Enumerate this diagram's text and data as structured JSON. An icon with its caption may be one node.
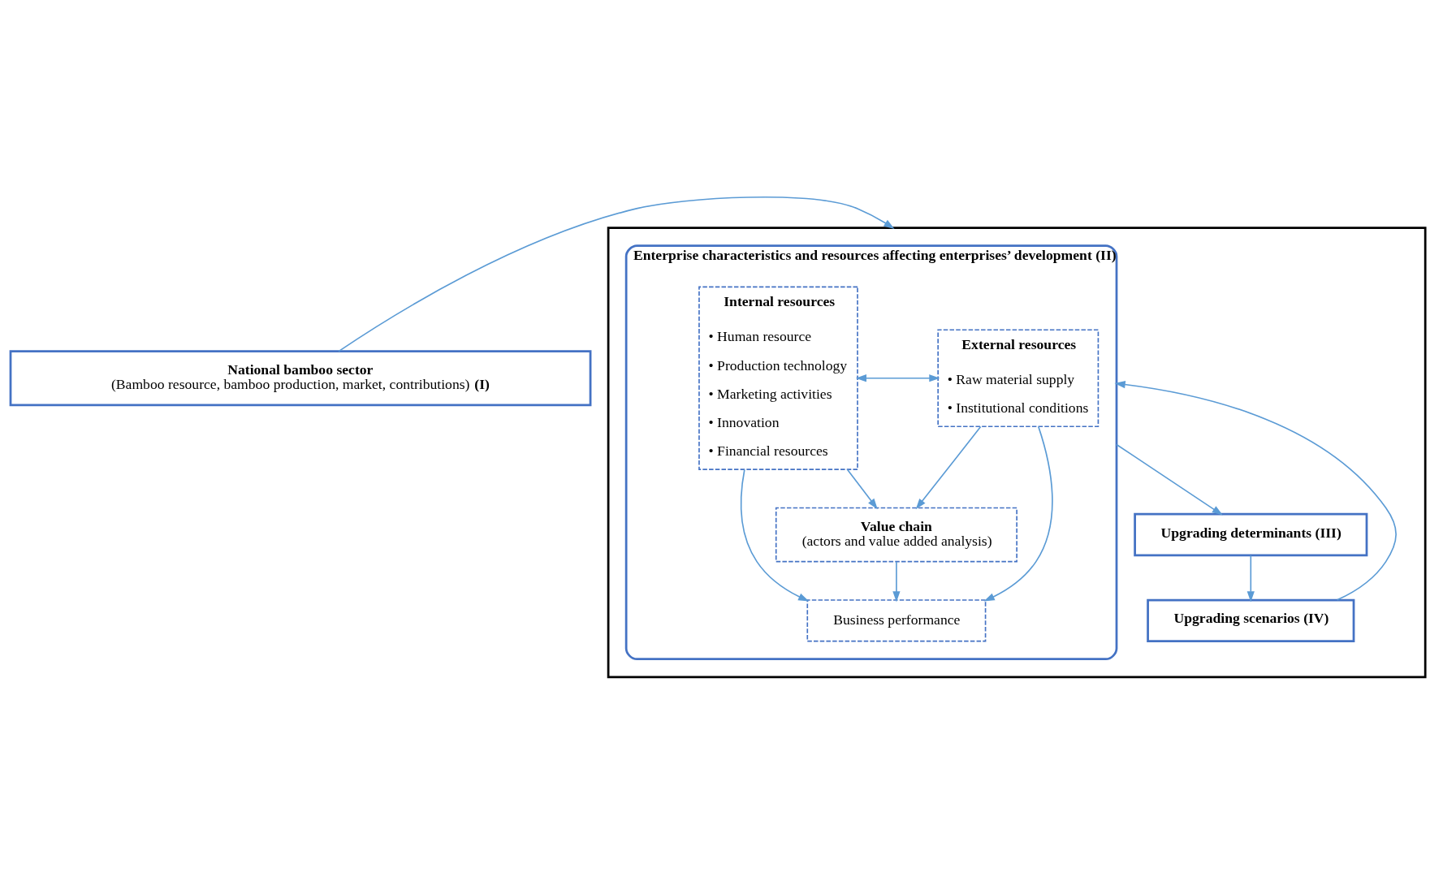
{
  "diagram": {
    "nodes": [
      {
        "text": [
          "National bamboo sector",
          "(Bamboo resource, bamboo production, market, contributions) **(I)**"
        ]
      },
      {
        "text": [],
        "shape": "box"
      },
      {
        "text": [
          "Enterprise characteristics and resources affecting enterprises’ development (II)"
        ],
        "in": 1
      },
      {
        "text": [
          "External resources",
          "• Raw material supply",
          "• Institutional conditions"
        ],
        "in": 2
      },
      {
        "text": [
          "Internal resources",
          "• Human resource",
          "• Production technology",
          "• Marketing activities",
          "• Innovation",
          "• Financial resources"
        ],
        "in": 2
      },
      {
        "text": [
          "Value chain",
          "(actors and value added analysis)"
        ],
        "in": 2
      },
      {
        "text": [
          "Business performance"
        ],
        "in": 2
      },
      {
        "text": [
          "Upgrading determinants (III)"
        ],
        "in": 1
      },
      {
        "text": [
          "Upgrading scenarios (IV)"
        ],
        "in": 1
      }
    ],
    "edges": [
      {
        "from": 0,
        "to": 1,
        "arrow": "to"
      },
      {
        "from": 3,
        "to": 4,
        "arrow": "both"
      },
      {
        "from": 3,
        "to": 5,
        "arrow": "to"
      },
      {
        "from": 3,
        "to": 6,
        "arrow": "to"
      },
      {
        "from": 4,
        "to": 5,
        "arrow": "to"
      },
      {
        "from": 4,
        "to": 6,
        "arrow": "to"
      },
      {
        "from": 5,
        "to": 6,
        "arrow": "to"
      },
      {
        "from": 2,
        "to": 7,
        "arrow": "to"
      },
      {
        "from": 7,
        "to": 8,
        "arrow": "to"
      },
      {
        "from": 8,
        "to": 2,
        "arrow": "to"
      }
    ]
  }
}
